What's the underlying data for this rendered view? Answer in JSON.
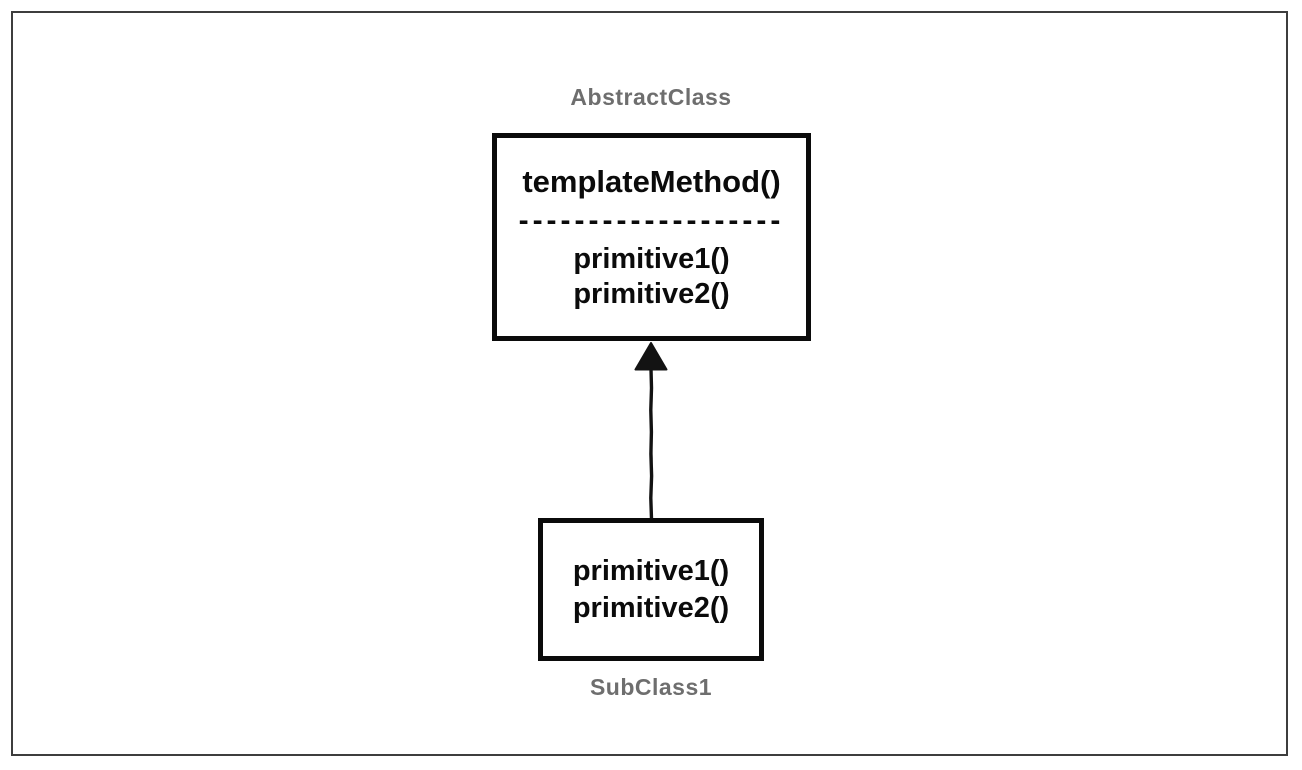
{
  "diagram": {
    "title_hint": "Template Method pattern class diagram",
    "abstract_class": {
      "label": "AbstractClass",
      "template_method": "templateMethod()",
      "separator": "-------------------",
      "primitive1": "primitive1()",
      "primitive2": "primitive2()"
    },
    "sub_class": {
      "label": "SubClass1",
      "primitive1": "primitive1()",
      "primitive2": "primitive2()"
    },
    "relationship": {
      "type": "inheritance",
      "from": "SubClass1",
      "to": "AbstractClass",
      "arrow_style": "filled-triangle-up, sketchy vertical line"
    },
    "colors": {
      "ink_black": "#0b0b0b",
      "label_gray": "#6e6e6e",
      "frame_gray": "#3d3d3d",
      "background": "#ffffff"
    }
  }
}
